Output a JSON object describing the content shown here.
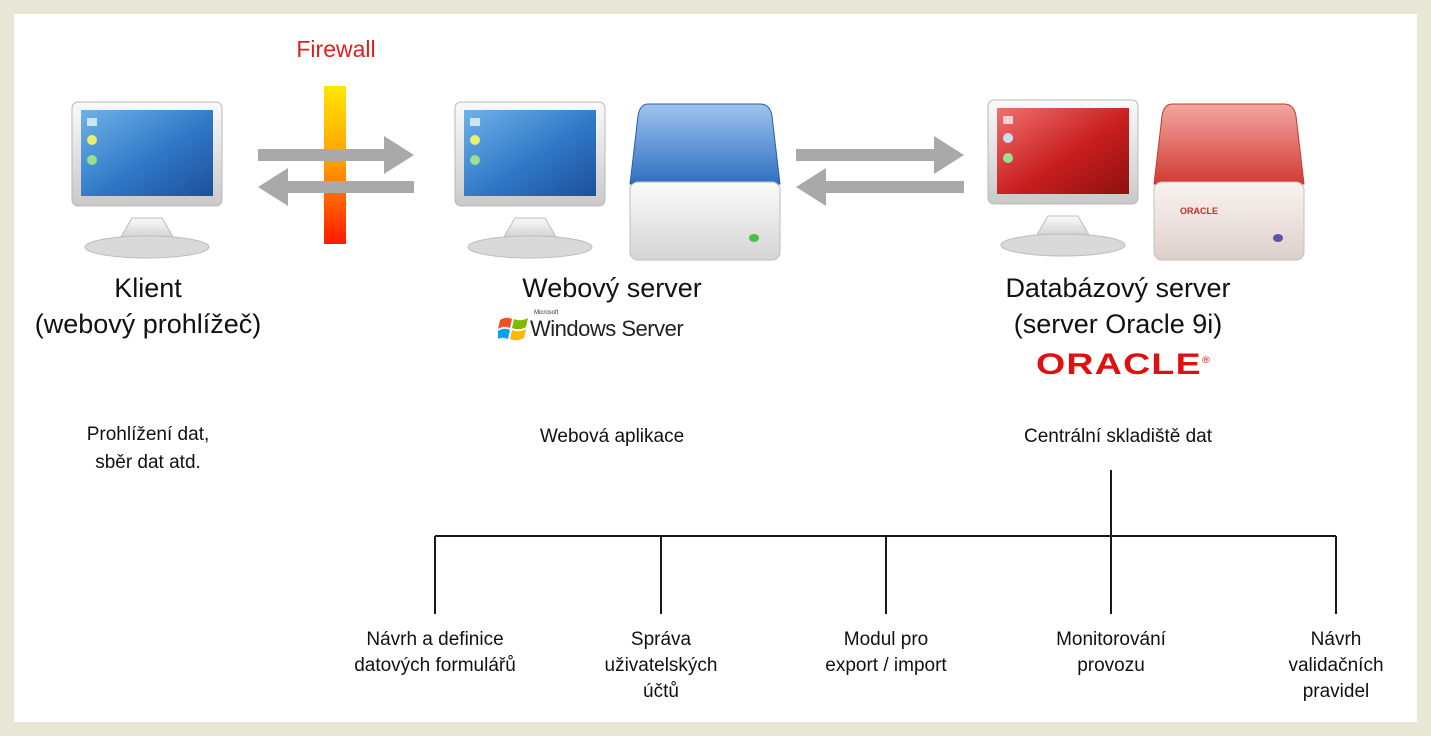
{
  "firewall": {
    "label": "Firewall"
  },
  "client": {
    "title": "Klient",
    "subtitle": "(webový prohlížeč)",
    "description_lines": [
      "Prohlížení dat,",
      "sběr dat atd."
    ]
  },
  "web_server": {
    "title": "Webový server",
    "logo_brand": "Windows Server",
    "logo_micro": "Microsoft",
    "description": "Webová aplikace"
  },
  "db_server": {
    "title": "Databázový server",
    "subtitle": "(server Oracle 9i)",
    "logo": "ORACLE",
    "drive_label": "ORACLE",
    "description": "Centrální skladiště dat"
  },
  "modules": [
    {
      "lines": [
        "Návrh a definice",
        "datových formulářů"
      ]
    },
    {
      "lines": [
        "Správa",
        "uživatelských",
        "účtů"
      ]
    },
    {
      "lines": [
        "Modul pro",
        "export / import"
      ]
    },
    {
      "lines": [
        "Monitorování",
        "provozu"
      ]
    },
    {
      "lines": [
        "Návrh",
        "validačních",
        "pravidel"
      ]
    }
  ],
  "colors": {
    "firewall_text": "#e0201a",
    "oracle_red": "#e01010",
    "arrow_gray": "#a9a9a9",
    "connector": "#1a1a1a"
  }
}
